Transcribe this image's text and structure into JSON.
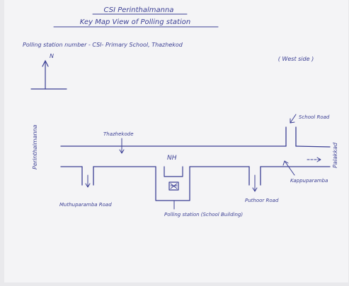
{
  "header": {
    "line1": "CSI Perinthalmanna",
    "line2": "Key Map View of Polling station",
    "line3": "Polling station number - CSI- Primary School, Thazhekod",
    "line4": "( West side )"
  },
  "compass": {
    "north_label": "N"
  },
  "map": {
    "labels": {
      "left_edge": "Perinthalmanna",
      "top_road": "Thazhekode",
      "school_road": "School Road",
      "highway": "NH",
      "right_edge": "Palakkad",
      "kappa": "Kappuparamba",
      "muthu": "Muthuparamba Road",
      "polling": "Polling station (School Building)",
      "bus": "Puthoor Road"
    }
  },
  "colors": {
    "ink": "#3b3f94",
    "paper": "#f4f4f6"
  }
}
